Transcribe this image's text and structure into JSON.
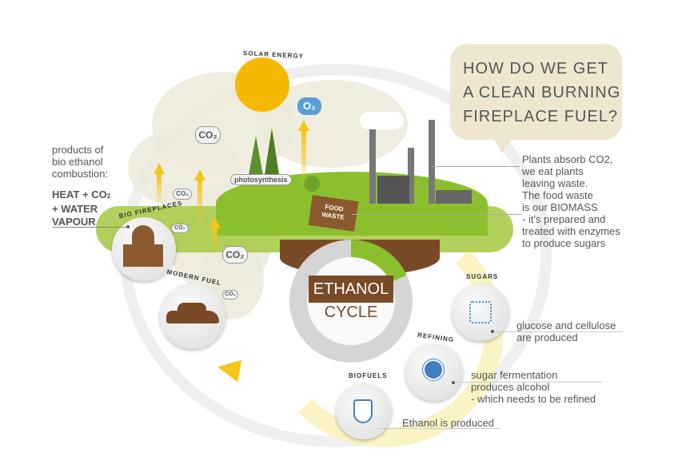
{
  "question": {
    "line1": "HOW DO WE GET",
    "line2": "A CLEAN BURNING",
    "line3": "FIREPLACE FUEL?"
  },
  "biomass_text": [
    "Plants absorb CO2,",
    "we eat plants",
    "leaving waste.",
    "The food waste",
    "is our BIOMASS",
    "- it's prepared and",
    "treated with enzymes",
    "to produce sugars"
  ],
  "combustion": {
    "intro": [
      "products of",
      "bio ethanol",
      "combustion:"
    ],
    "heat": "HEAT + CO",
    "sub": "2",
    "water": "+ WATER",
    "vapour": "VAPOUR"
  },
  "labels": {
    "solar": "SOLAR ENERGY",
    "photosynthesis": "photosynthesis",
    "bio_fireplaces": "BIO FIREPLACES",
    "modern_fuel": "MODERN FUEL",
    "sugars": "SUGARS",
    "refining": "REFINING",
    "biofuels": "BIOFUELS",
    "food_waste_1": "FOOD",
    "food_waste_2": "WASTE"
  },
  "cycle": {
    "line1": "ETHANOL",
    "line2": "CYCLE"
  },
  "gases": {
    "co2": "CO₂",
    "o2": "O₂"
  },
  "steps": {
    "sugars": [
      "glucose and cellulose",
      "are produced"
    ],
    "refining": [
      "sugar fermentation",
      "produces alcohol",
      "- which needs to be refined"
    ],
    "biofuels": "Ethanol is produced"
  },
  "colors": {
    "green": "#8cbf2e",
    "brown": "#7a4a26",
    "yellow": "#f5c518",
    "cloud": "#eceadb"
  }
}
